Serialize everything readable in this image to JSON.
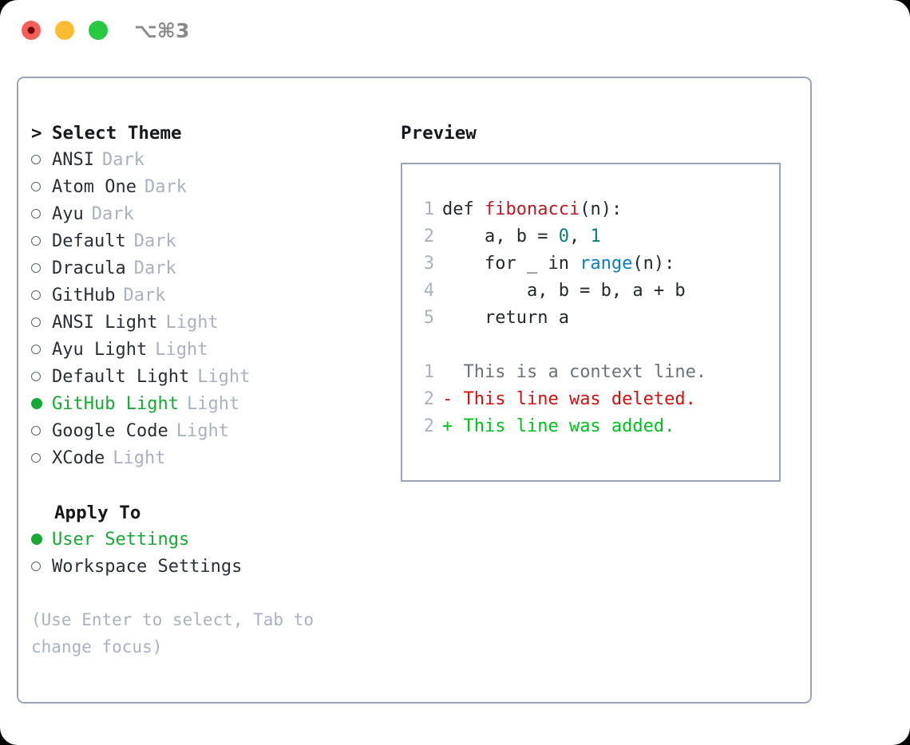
{
  "window": {
    "shortcut": "⌥⌘3",
    "traffic_lights": [
      {
        "name": "close",
        "color": "#fa5f57"
      },
      {
        "name": "minimize",
        "color": "#febc2e"
      },
      {
        "name": "maximize",
        "color": "#28c840"
      }
    ]
  },
  "theme_panel": {
    "header": "Select Theme",
    "caret": ">",
    "items": [
      {
        "name": "ANSI",
        "variant": "Dark",
        "selected": false,
        "bullet": "○"
      },
      {
        "name": "Atom One",
        "variant": "Dark",
        "selected": false,
        "bullet": "○"
      },
      {
        "name": "Ayu",
        "variant": "Dark",
        "selected": false,
        "bullet": "○"
      },
      {
        "name": "Default",
        "variant": "Dark",
        "selected": false,
        "bullet": "○"
      },
      {
        "name": "Dracula",
        "variant": "Dark",
        "selected": false,
        "bullet": "○"
      },
      {
        "name": "GitHub",
        "variant": "Dark",
        "selected": false,
        "bullet": "○"
      },
      {
        "name": "ANSI Light",
        "variant": "Light",
        "selected": false,
        "bullet": "○"
      },
      {
        "name": "Ayu Light",
        "variant": "Light",
        "selected": false,
        "bullet": "○"
      },
      {
        "name": "Default Light",
        "variant": "Light",
        "selected": false,
        "bullet": "○"
      },
      {
        "name": "GitHub Light",
        "variant": "Light",
        "selected": true,
        "bullet": "●"
      },
      {
        "name": "Google Code",
        "variant": "Light",
        "selected": false,
        "bullet": "○"
      },
      {
        "name": "XCode",
        "variant": "Light",
        "selected": false,
        "bullet": "○"
      }
    ]
  },
  "apply_to": {
    "header": "Apply To",
    "items": [
      {
        "name": "User Settings",
        "selected": true,
        "bullet": "●"
      },
      {
        "name": "Workspace Settings",
        "selected": false,
        "bullet": "○"
      }
    ]
  },
  "hint": "(Use Enter to select, Tab to change focus)",
  "preview": {
    "title": "Preview",
    "code_lines": [
      {
        "n": "1",
        "tokens": [
          {
            "t": "def ",
            "c": "kw"
          },
          {
            "t": "fibonacci",
            "c": "fn"
          },
          {
            "t": "(n):",
            "c": "plain"
          }
        ]
      },
      {
        "n": "2",
        "tokens": [
          {
            "t": "    a, b = ",
            "c": "plain"
          },
          {
            "t": "0",
            "c": "num"
          },
          {
            "t": ", ",
            "c": "plain"
          },
          {
            "t": "1",
            "c": "num"
          }
        ]
      },
      {
        "n": "3",
        "tokens": [
          {
            "t": "    for _ in ",
            "c": "plain"
          },
          {
            "t": "range",
            "c": "call"
          },
          {
            "t": "(n):",
            "c": "plain"
          }
        ]
      },
      {
        "n": "4",
        "tokens": [
          {
            "t": "        a, b = b, a + b",
            "c": "plain"
          }
        ]
      },
      {
        "n": "5",
        "tokens": [
          {
            "t": "    return a",
            "c": "plain"
          }
        ]
      }
    ],
    "diff_lines": [
      {
        "n": "1",
        "marker": " ",
        "text": "This is a context line.",
        "kind": "ctx"
      },
      {
        "n": "2",
        "marker": "-",
        "text": "This line was deleted.",
        "kind": "del"
      },
      {
        "n": "2",
        "marker": "+",
        "text": "This line was added.",
        "kind": "add"
      }
    ]
  },
  "colors": {
    "selected_green": "#16a934",
    "diff_add": "#00c020",
    "diff_del": "#cc1111",
    "muted": "#a8b2c0",
    "border": "#9aa5b8"
  }
}
